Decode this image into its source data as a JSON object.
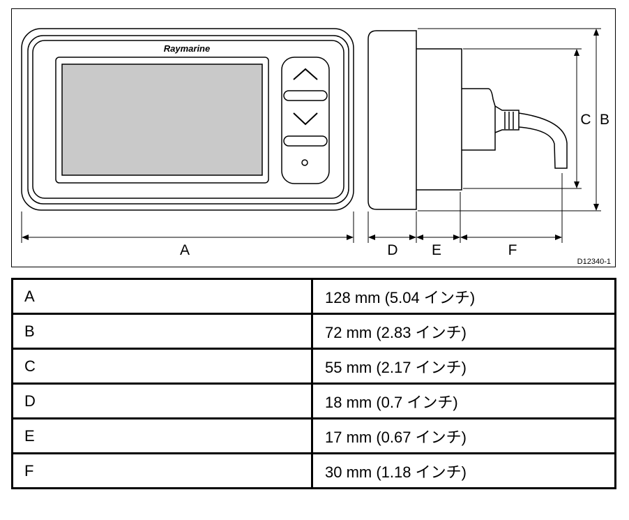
{
  "figure": {
    "brand": "Raymarine",
    "dimension_letters": {
      "a": "A",
      "b": "B",
      "c": "C",
      "d": "D",
      "e": "E",
      "f": "F"
    },
    "drawing_id": "D12340-1",
    "icons": [
      "up-arrow-icon",
      "down-arrow-icon",
      "power-dot-icon"
    ]
  },
  "dimensions_table": {
    "rows": [
      {
        "label": "A",
        "value": "128 mm (5.04 インチ)"
      },
      {
        "label": "B",
        "value": "72 mm (2.83 インチ)"
      },
      {
        "label": "C",
        "value": "55 mm (2.17 インチ)"
      },
      {
        "label": "D",
        "value": "18 mm (0.7 インチ)"
      },
      {
        "label": "E",
        "value": "17 mm (0.67 インチ)"
      },
      {
        "label": "F",
        "value": "30 mm (1.18 インチ)"
      }
    ]
  }
}
